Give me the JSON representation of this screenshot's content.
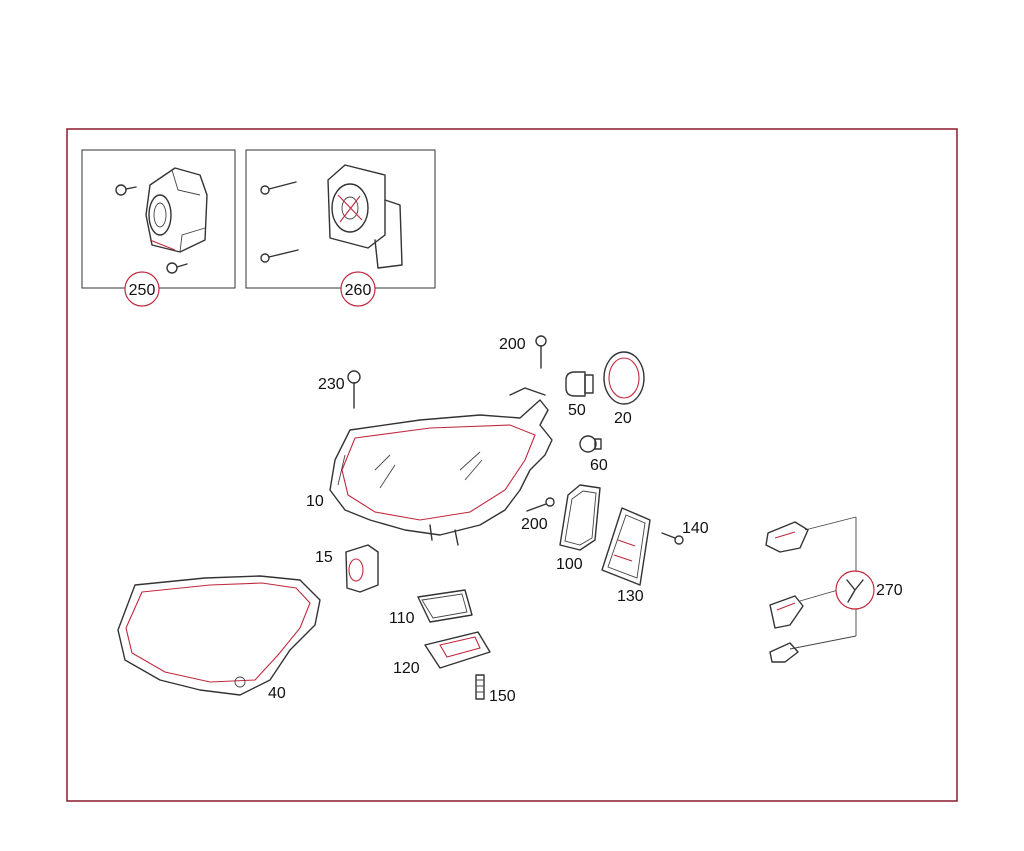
{
  "colors": {
    "frame": "#8b1a2b",
    "accent": "#c0293e",
    "ink": "#333333"
  },
  "insets": [
    {
      "label": "250"
    },
    {
      "label": "260"
    }
  ],
  "callouts": [
    {
      "id": "p200a",
      "label": "200"
    },
    {
      "id": "p230",
      "label": "230"
    },
    {
      "id": "p50",
      "label": "50"
    },
    {
      "id": "p20",
      "label": "20"
    },
    {
      "id": "p60",
      "label": "60"
    },
    {
      "id": "p10",
      "label": "10"
    },
    {
      "id": "p200b",
      "label": "200"
    },
    {
      "id": "p140",
      "label": "140"
    },
    {
      "id": "p15",
      "label": "15"
    },
    {
      "id": "p100",
      "label": "100"
    },
    {
      "id": "p130",
      "label": "130"
    },
    {
      "id": "p110",
      "label": "110"
    },
    {
      "id": "p120",
      "label": "120"
    },
    {
      "id": "p150",
      "label": "150"
    },
    {
      "id": "p40",
      "label": "40"
    },
    {
      "id": "p270",
      "label": "270"
    }
  ]
}
